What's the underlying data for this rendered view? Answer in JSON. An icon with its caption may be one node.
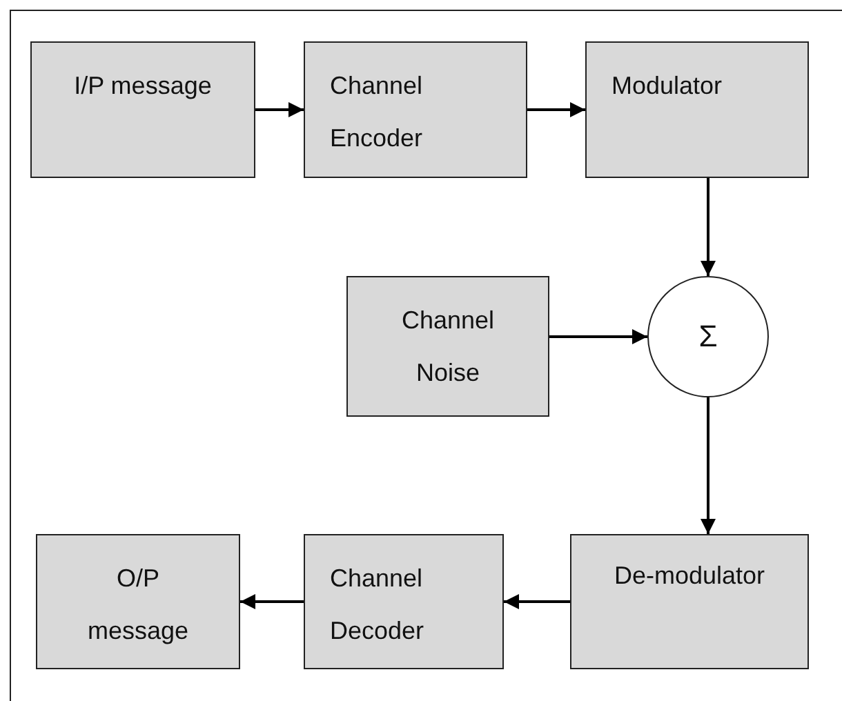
{
  "diagram": {
    "nodes": [
      {
        "text": [
          "I/P message"
        ]
      },
      {
        "text": [
          "Channel Encoder"
        ]
      },
      {
        "text": [
          "Modulator"
        ]
      },
      {
        "text": [
          "Channel Noise"
        ]
      },
      {
        "text": [
          "Σ"
        ]
      },
      {
        "text": [
          "De-modulator"
        ]
      },
      {
        "text": [
          "Channel Decoder"
        ]
      },
      {
        "text": [
          "O/P message"
        ]
      }
    ],
    "edges": [
      {
        "from": 0,
        "to": 1,
        "arrow": "to"
      },
      {
        "from": 1,
        "to": 2,
        "arrow": "to"
      },
      {
        "from": 2,
        "to": 4,
        "arrow": "to"
      },
      {
        "from": 3,
        "to": 4,
        "arrow": "to"
      },
      {
        "from": 4,
        "to": 5,
        "arrow": "to"
      },
      {
        "from": 5,
        "to": 6,
        "arrow": "to"
      },
      {
        "from": 6,
        "to": 7,
        "arrow": "to"
      }
    ]
  }
}
